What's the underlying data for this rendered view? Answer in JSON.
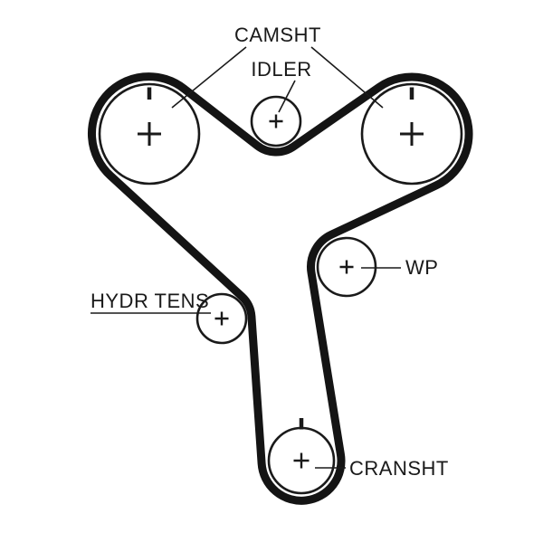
{
  "labels": {
    "camshaft": "CAMSHT",
    "idler": "IDLER",
    "water_pump": "WP",
    "hydraulic_tensioner": "HYDR TENS",
    "crankshaft": "CRANSHT"
  },
  "colors": {
    "belt": "#141414",
    "line": "#1a1a1a",
    "background": "#ffffff"
  }
}
